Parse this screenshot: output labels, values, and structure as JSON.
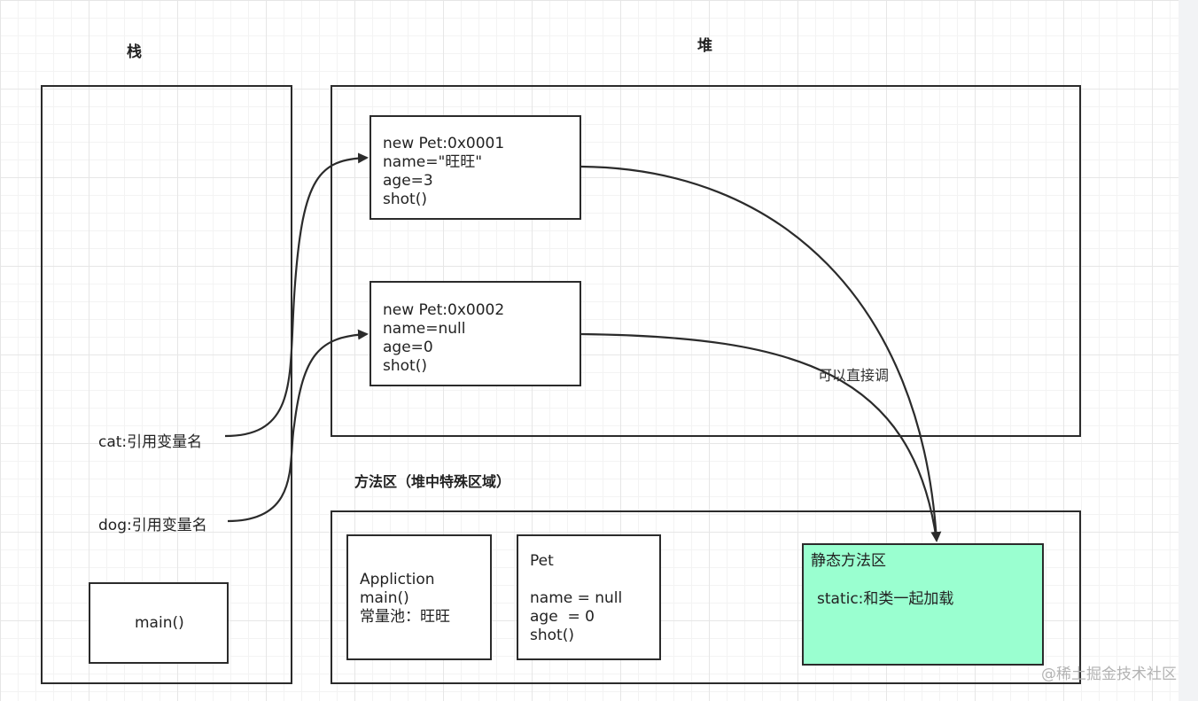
{
  "headings": {
    "stack": "栈",
    "heap": "堆",
    "method_area": "方法区（堆中特殊区域）"
  },
  "heap_objects": [
    {
      "lines": [
        "new Pet:0x0001",
        "name=\"旺旺\"",
        "age=3",
        "shot()"
      ]
    },
    {
      "lines": [
        "new Pet:0x0002",
        "name=null",
        "age=0",
        "shot()"
      ]
    }
  ],
  "stack_items": {
    "cat": "cat:引用变量名",
    "dog": "dog:引用变量名",
    "main": "main()"
  },
  "method_area_boxes": {
    "appliction": [
      "Appliction",
      "main()",
      "常量池：旺旺"
    ],
    "pet": [
      "Pet",
      "",
      "name = null",
      "age  = 0",
      "shot()"
    ],
    "static_area": {
      "title": "静态方法区",
      "body": "static:和类一起加载",
      "fill": "#9affd0"
    }
  },
  "edge_label": "可以直接调",
  "watermark": "@稀土掘金技术社区",
  "colors": {
    "line": "#2b2b2b",
    "static_fill": "#9affd0"
  }
}
